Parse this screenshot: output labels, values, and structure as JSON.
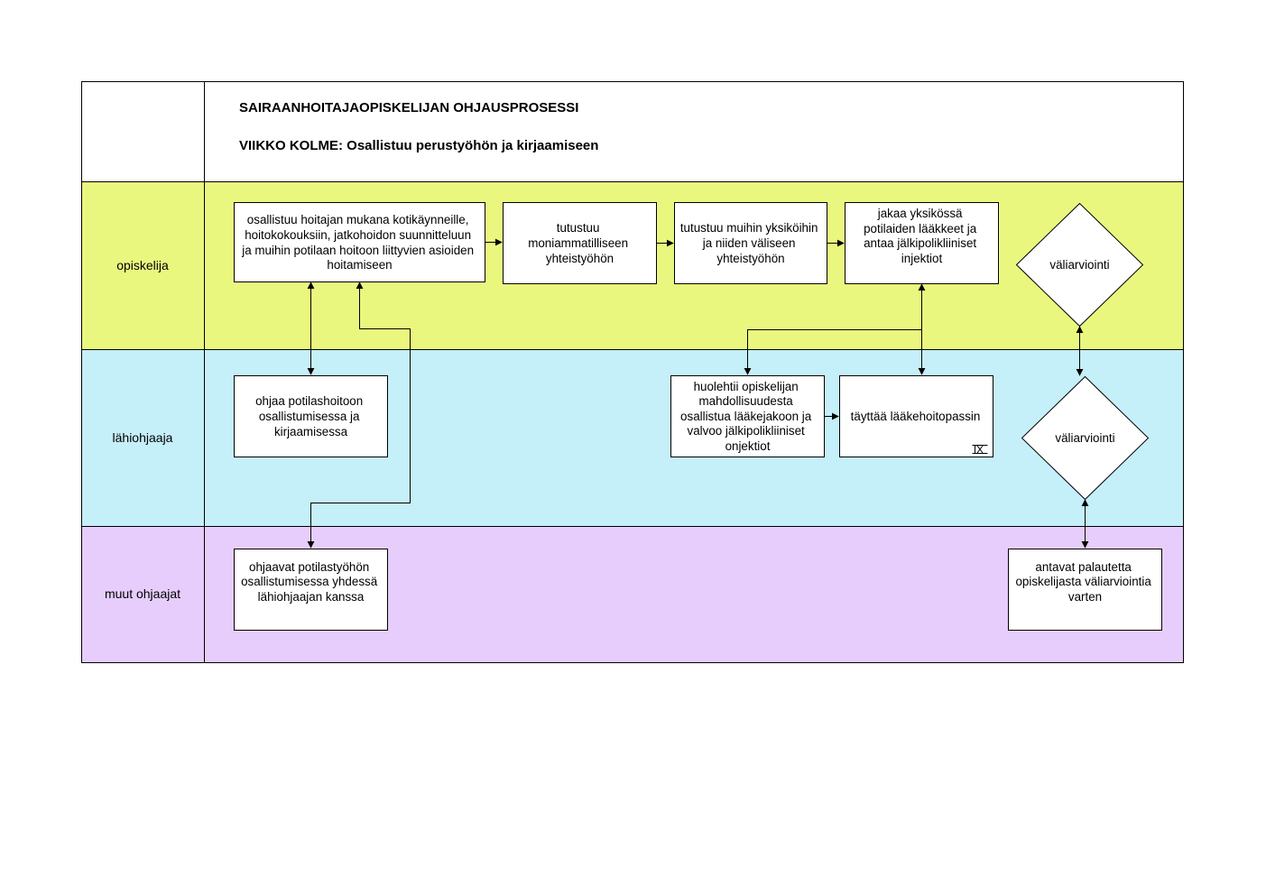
{
  "header": {
    "title": "SAIRAANHOITAJAOPISKELIJAN OHJAUSPROSESSI",
    "subtitle": "VIIKKO KOLME: Osallistuu perustyöhön ja kirjaamiseen"
  },
  "lanes": [
    {
      "id": "opiskelija",
      "label": "opiskelija",
      "color": "#eaf77f"
    },
    {
      "id": "lahiohjaaja",
      "label": "lähiohjaaja",
      "color": "#c5eff9"
    },
    {
      "id": "muut",
      "label": "muut ohjaajat",
      "color": "#e6cdfb"
    }
  ],
  "nodes": [
    {
      "id": "osallistuu",
      "lane": "opiskelija",
      "shape": "box",
      "lines": [
        "osallistuu hoitajan mukana kotikäynneille,",
        "hoitokokouksiin, jatkohoidon suunnitteluun",
        "ja muihin potilaan hoitoon liittyvien asioiden",
        "hoitamiseen"
      ]
    },
    {
      "id": "tutustuu-moniammatilliseen",
      "lane": "opiskelija",
      "shape": "box",
      "lines": [
        "tutustuu",
        "moniammatilliseen",
        "yhteistyöhön"
      ]
    },
    {
      "id": "tutustuu-yksikoihin",
      "lane": "opiskelija",
      "shape": "box",
      "lines": [
        "tutustuu muihin yksiköihin",
        "ja niiden väliseen",
        "yhteistyöhön"
      ]
    },
    {
      "id": "jakaa",
      "lane": "opiskelija",
      "shape": "box",
      "lines": [
        "jakaa yksikössä",
        "potilaiden lääkkeet ja",
        "antaa jälkipolikliiniset",
        "injektiot"
      ]
    },
    {
      "id": "valiarviointi-1",
      "lane": "opiskelija",
      "shape": "diamond",
      "lines": [
        "väliarviointi"
      ]
    },
    {
      "id": "ohjaa",
      "lane": "lahiohjaaja",
      "shape": "box",
      "lines": [
        "ohjaa potilashoitoon",
        "osallistumisessa ja",
        "kirjaamisessa"
      ]
    },
    {
      "id": "huolehtii",
      "lane": "lahiohjaaja",
      "shape": "box",
      "lines": [
        "huolehtii opiskelijan",
        "mahdollisuudesta",
        "osallistua lääkejakoon ja",
        "valvoo jälkipolikliiniset",
        "onjektiot"
      ]
    },
    {
      "id": "tayttaa",
      "lane": "lahiohjaaja",
      "shape": "box",
      "lines": [
        "täyttää lääkehoitopassin"
      ],
      "has_subprocess_icon": true
    },
    {
      "id": "valiarviointi-2",
      "lane": "lahiohjaaja",
      "shape": "diamond",
      "lines": [
        "väliarviointi"
      ]
    },
    {
      "id": "ohjaavat",
      "lane": "muut",
      "shape": "box",
      "lines": [
        "ohjaavat potilastyöhön",
        "osallistumisessa yhdessä",
        "lähiohjaajan kanssa"
      ]
    },
    {
      "id": "antavat",
      "lane": "muut",
      "shape": "box",
      "lines": [
        "antavat palautetta",
        "opiskelijasta väliarviointia",
        "varten"
      ]
    }
  ],
  "edges": [
    {
      "from": "osallistuu",
      "to": "tutustuu-moniammatilliseen",
      "direction": "forward"
    },
    {
      "from": "tutustuu-moniammatilliseen",
      "to": "tutustuu-yksikoihin",
      "direction": "forward"
    },
    {
      "from": "tutustuu-yksikoihin",
      "to": "jakaa",
      "direction": "forward"
    },
    {
      "from": "osallistuu",
      "to": "ohjaa",
      "direction": "both"
    },
    {
      "from": "osallistuu",
      "to": "ohjaavat",
      "direction": "both"
    },
    {
      "from": "jakaa",
      "to": "huolehtii",
      "direction": "both"
    },
    {
      "from": "jakaa",
      "to": "tayttaa",
      "direction": "both"
    },
    {
      "from": "huolehtii",
      "to": "tayttaa",
      "direction": "forward"
    },
    {
      "from": "valiarviointi-1",
      "to": "valiarviointi-2",
      "direction": "both"
    },
    {
      "from": "valiarviointi-2",
      "to": "antavat",
      "direction": "both"
    }
  ]
}
